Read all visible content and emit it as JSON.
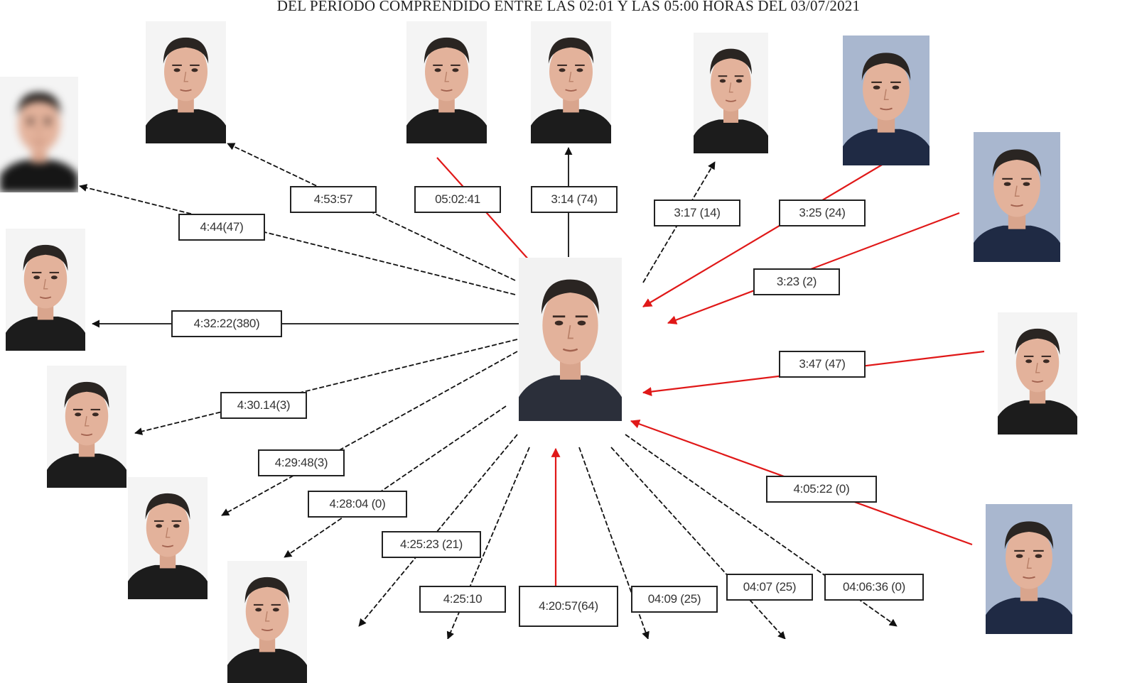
{
  "document": {
    "title": "DEL PERIODO COMPRENDIDO ENTRE LAS 02:01 Y  LAS 05:00 HORAS DEL 03/07/2021"
  },
  "colors": {
    "incoming_edge": "#e01818",
    "outgoing_edge": "#111111",
    "label_border": "#222222"
  },
  "center_node": {
    "name": "central-person-photo",
    "shirt": "#2b2f3a",
    "background": "#f2f2f2"
  },
  "nodes": [
    {
      "id": "n1",
      "name": "person-photo-blurred",
      "shirt": "#161616",
      "blurred": true
    },
    {
      "id": "n2",
      "name": "person-photo-top-left",
      "shirt": "#1c1c1c"
    },
    {
      "id": "n3",
      "name": "person-photo-top-center-left",
      "shirt": "#1c1c1c"
    },
    {
      "id": "n4",
      "name": "person-photo-top-center",
      "shirt": "#1c1c1c"
    },
    {
      "id": "n5",
      "name": "person-photo-top-right-dark-hair",
      "shirt": "#1c1c1c"
    },
    {
      "id": "n6",
      "name": "person-photo-top-right-blue-bg",
      "shirt": "#1f2a44",
      "bg": "#a9b7cf"
    },
    {
      "id": "n7",
      "name": "person-photo-right-upper",
      "shirt": "#1f2a44",
      "bg": "#a9b7cf"
    },
    {
      "id": "n8",
      "name": "person-photo-left-upper",
      "shirt": "#1c1c1c"
    },
    {
      "id": "n9",
      "name": "person-photo-right-middle",
      "shirt": "#1c1c1c"
    },
    {
      "id": "n10",
      "name": "person-photo-left-middle",
      "shirt": "#1c1c1c"
    },
    {
      "id": "n11",
      "name": "person-photo-left-lower",
      "shirt": "#1c1c1c"
    },
    {
      "id": "n12",
      "name": "person-photo-right-lower",
      "shirt": "#1f2a44",
      "bg": "#a9b7cf"
    },
    {
      "id": "n13",
      "name": "person-photo-bottom-left",
      "shirt": "#1c1c1c"
    }
  ],
  "edges": [
    {
      "label": "4:53:57",
      "direction": "outgoing"
    },
    {
      "label": "05:02:41",
      "direction": "incoming"
    },
    {
      "label": "3:14 (74)",
      "direction": "outgoing"
    },
    {
      "label": "3:17 (14)",
      "direction": "outgoing"
    },
    {
      "label": "3:25 (24)",
      "direction": "incoming"
    },
    {
      "label": "4:44(47)",
      "direction": "outgoing"
    },
    {
      "label": "3:23 (2)",
      "direction": "incoming"
    },
    {
      "label": "4:32:22(380)",
      "direction": "outgoing"
    },
    {
      "label": "3:47 (47)",
      "direction": "incoming"
    },
    {
      "label": "4:30.14(3)",
      "direction": "outgoing"
    },
    {
      "label": "4:29:48(3)",
      "direction": "outgoing"
    },
    {
      "label": "4:05:22 (0)",
      "direction": "incoming"
    },
    {
      "label": "4:28:04 (0)",
      "direction": "outgoing"
    },
    {
      "label": "4:25:23 (21)",
      "direction": "outgoing"
    },
    {
      "label": "4:25:10",
      "direction": "outgoing"
    },
    {
      "label": "4:20:57(64)",
      "direction": "incoming"
    },
    {
      "label": "04:09 (25)",
      "direction": "outgoing"
    },
    {
      "label": "04:07 (25)",
      "direction": "outgoing"
    },
    {
      "label": "04:06:36 (0)",
      "direction": "outgoing"
    }
  ]
}
